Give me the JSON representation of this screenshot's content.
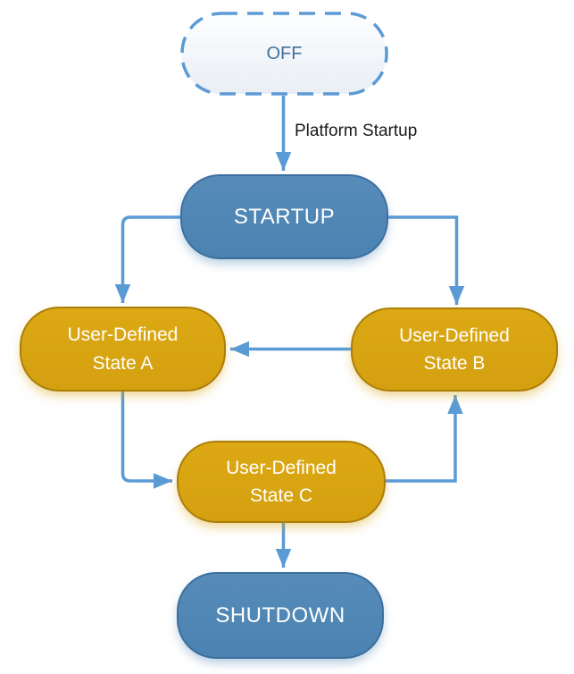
{
  "diagram": {
    "type": "state-machine",
    "background": "#FFFFFF",
    "nodes": {
      "off": {
        "label": "OFF",
        "text_color": "#41719C",
        "fill": "#F4F7FB",
        "border_color": "#5B9BD5",
        "border_style": "dashed"
      },
      "startup": {
        "label": "STARTUP",
        "text_color": "#FFFFFF",
        "fill": "#4E86B4",
        "border_color": "#3D6F9E"
      },
      "state_a": {
        "line1": "User-Defined",
        "line2": "State A",
        "text_color": "#FFFFFF",
        "fill": "#D9A513",
        "border_color": "#AB7E0A"
      },
      "state_b": {
        "line1": "User-Defined",
        "line2": "State B",
        "text_color": "#FFFFFF",
        "fill": "#D9A513",
        "border_color": "#AB7E0A"
      },
      "state_c": {
        "line1": "User-Defined",
        "line2": "State C",
        "text_color": "#FFFFFF",
        "fill": "#D9A513",
        "border_color": "#AB7E0A"
      },
      "shutdown": {
        "label": "SHUTDOWN",
        "text_color": "#FFFFFF",
        "fill": "#4E86B4",
        "border_color": "#3D6F9E"
      }
    },
    "edges": {
      "off_to_startup": {
        "from": "OFF",
        "to": "STARTUP",
        "label": "Platform Startup"
      },
      "startup_to_state_a": {
        "from": "STARTUP",
        "to": "User-Defined State A",
        "label": ""
      },
      "startup_to_state_b": {
        "from": "STARTUP",
        "to": "User-Defined State B",
        "label": ""
      },
      "state_b_to_state_a": {
        "from": "User-Defined State B",
        "to": "User-Defined State A",
        "label": ""
      },
      "state_a_to_state_c": {
        "from": "User-Defined State A",
        "to": "User-Defined State C",
        "label": ""
      },
      "state_c_to_state_b": {
        "from": "User-Defined State C",
        "to": "User-Defined State B",
        "label": ""
      },
      "state_c_to_shutdown": {
        "from": "User-Defined State C",
        "to": "SHUTDOWN",
        "label": ""
      }
    },
    "colors": {
      "connector": "#5B9BD5",
      "system_state_fill": "#4E86B4",
      "user_state_fill": "#D9A513",
      "edge_label_text": "#1A1A1A"
    }
  }
}
